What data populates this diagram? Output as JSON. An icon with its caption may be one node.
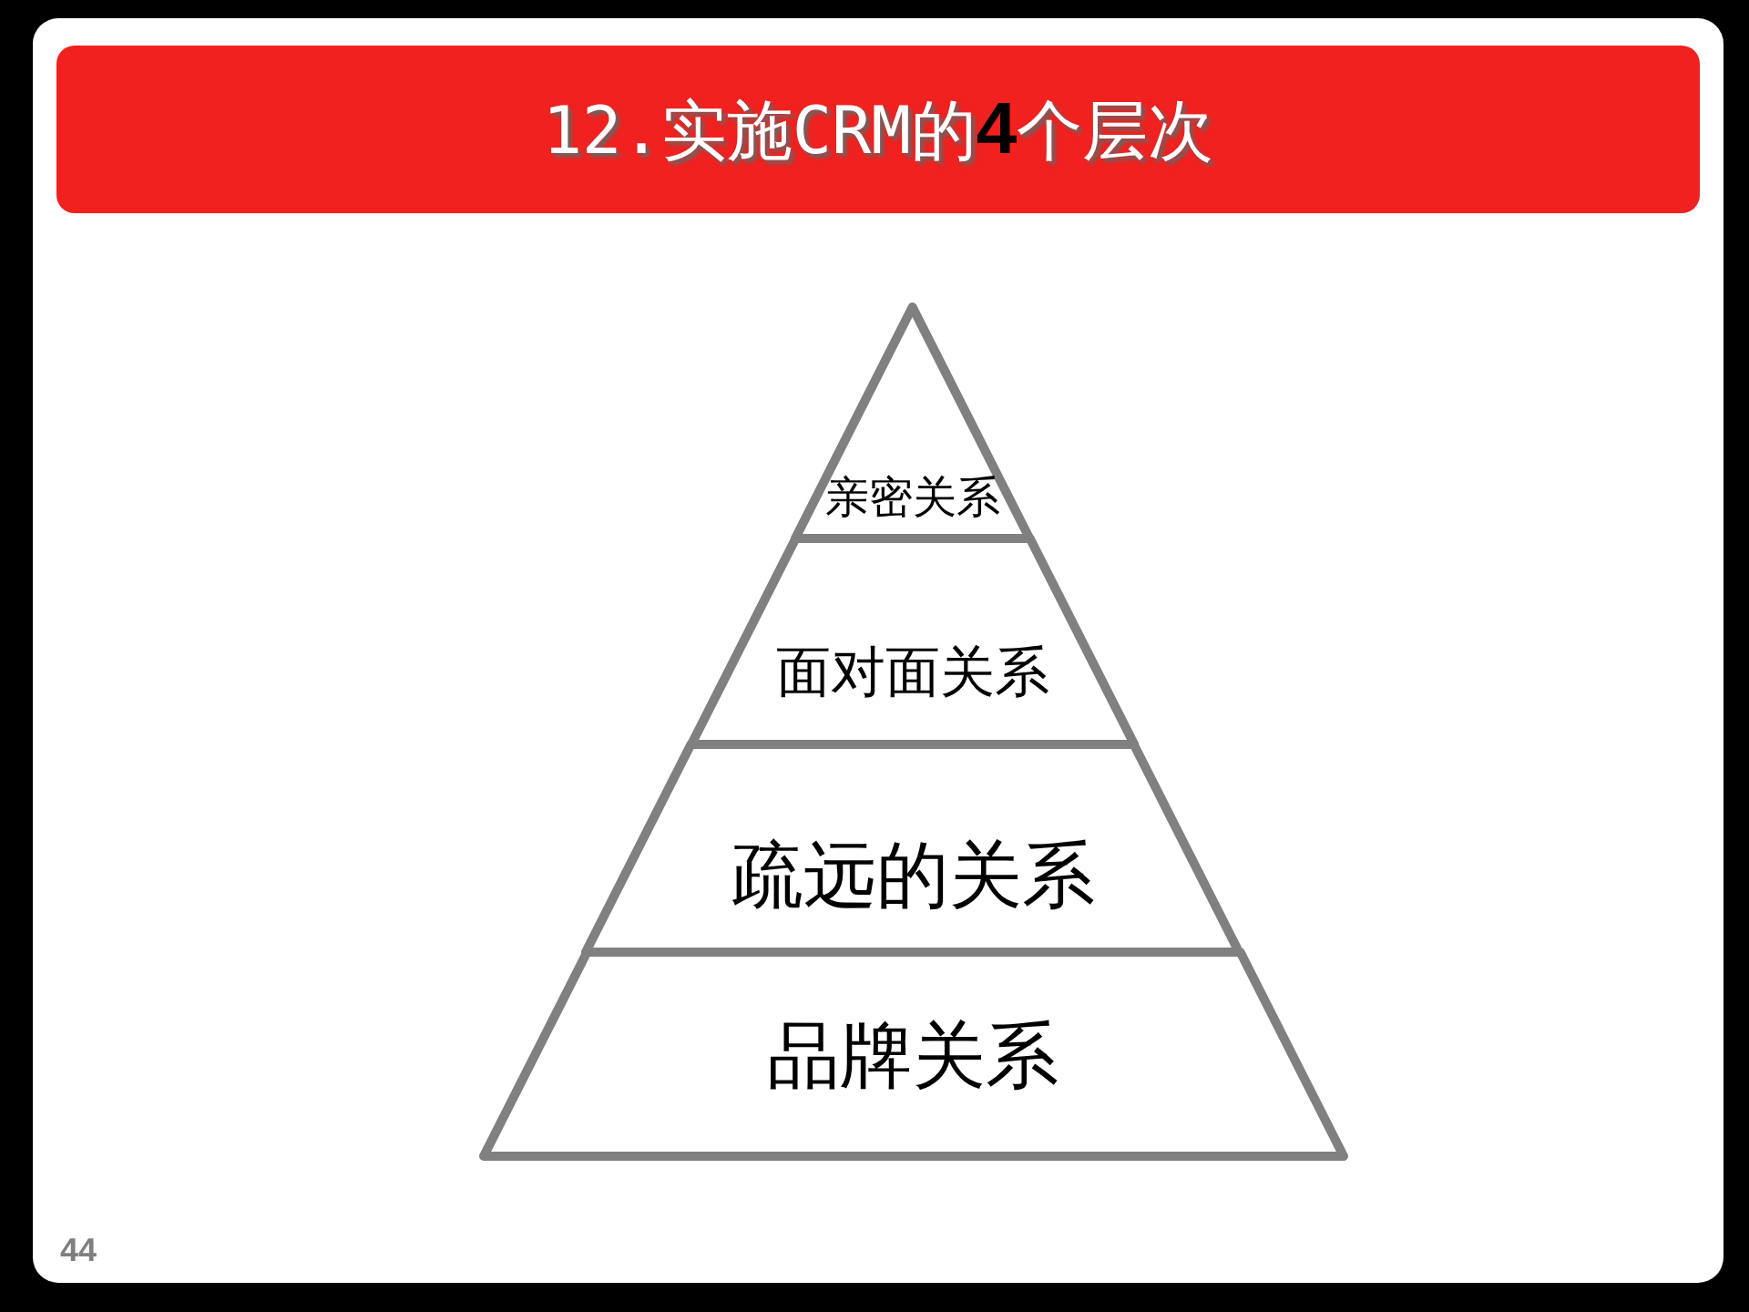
{
  "diagram": {
    "title": "12.实施CRM的**4**个层次",
    "nodes": [
      {
        "text": [
          "亲密关系"
        ]
      },
      {
        "text": [
          "面对面关系"
        ]
      },
      {
        "text": [
          "疏远的关系"
        ]
      },
      {
        "text": [
          "品牌关系"
        ]
      }
    ],
    "labels": [
      "44"
    ]
  }
}
